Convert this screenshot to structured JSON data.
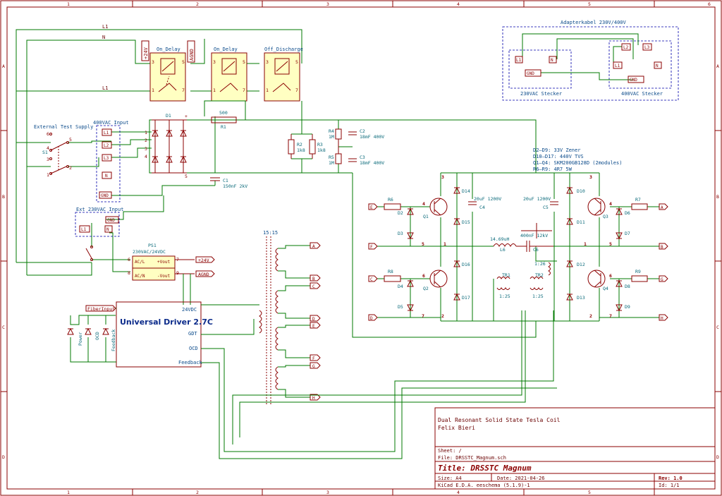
{
  "frame": {
    "columns": [
      "1",
      "2",
      "3",
      "4",
      "5",
      "6"
    ],
    "rows": [
      "A",
      "B",
      "C",
      "D"
    ]
  },
  "nets": {
    "l1_top": "L1",
    "n_top": "N",
    "l1_mid": "L1"
  },
  "relays": [
    {
      "name": "On_Delay",
      "supply": "+24V",
      "gnd": "AGND",
      "pins": [
        "3",
        "5",
        "1",
        "7"
      ]
    },
    {
      "name": "On_Delay",
      "pins": [
        "3",
        "5",
        "1",
        "7"
      ]
    },
    {
      "name": "Off_Discharge",
      "pins": [
        "3",
        "5",
        "1",
        "7"
      ]
    }
  ],
  "adapter": {
    "title": "Adapterkabel 230V/400V",
    "left_title": "230VAC Stecker",
    "right_title": "400VAC Stecker",
    "left_pins": [
      "L1",
      "N",
      "GND"
    ],
    "right_pins": [
      "L2",
      "L3",
      "L1",
      "N",
      "GND"
    ]
  },
  "input": {
    "ext_test": "External Test Supply",
    "switch_ref": "S1",
    "switch_pins": [
      "6",
      "5",
      "4",
      "3",
      "2",
      "1"
    ],
    "vac400": "400VAC Input",
    "vac400_pins": [
      "L1",
      "L2",
      "L3",
      "N",
      "GND"
    ],
    "ext230": "Ext 230VAC Input",
    "ext230_pins": [
      "GND",
      "L1",
      "N"
    ],
    "d1": "D1",
    "bridge_pins": [
      "1",
      "2",
      "3",
      "4",
      "5",
      "+"
    ],
    "r1_value": "500",
    "r1_ref": "R1",
    "c1_ref": "C1",
    "c1_value": "150nF 2kV"
  },
  "bus": {
    "r2": "R2",
    "r2v": "1k8",
    "r3": "R3",
    "r3v": "1k8",
    "r4": "R4",
    "r4v": "1M",
    "r5": "R5",
    "r5v": "1M",
    "c2": "C2",
    "c2v": "18mF 400V",
    "c3": "C3",
    "c3v": "18mF 400V"
  },
  "ps1": {
    "ref": "PS1",
    "value": "230VAC/24VDC",
    "pins": [
      "AC/L",
      "AC/N",
      "+Vout",
      "-Vout"
    ],
    "pinnums": [
      "6",
      "8",
      "7",
      "9"
    ],
    "out_pos": "+24V",
    "out_gnd": "AGND"
  },
  "driver": {
    "title": "Universal Driver 2.7C",
    "pins": [
      "24VDC",
      "GDT",
      "OCD",
      "Feedback"
    ],
    "fiber": "FiberInput",
    "leds": [
      "Power",
      "OCD",
      "Feedback"
    ]
  },
  "gdt": {
    "ratio": "15:15",
    "taps": [
      "A",
      "B",
      "C",
      "D",
      "E",
      "F",
      "G",
      "H"
    ]
  },
  "bridge": {
    "notes": [
      "D2–D9: 33V Zener",
      "D10–D17: 440V TVS",
      "Q1–Q4: SKM200GB128D (2modules)",
      "R6–R9: 4R7 5W"
    ],
    "left_inputs": [
      "E",
      "F",
      "C",
      "D"
    ],
    "right_inputs": [
      "A",
      "B",
      "G",
      "H"
    ],
    "resistors": [
      "R6",
      "R8",
      "R7",
      "R9"
    ],
    "zeners": [
      "D2",
      "D3",
      "D4",
      "D5",
      "D6",
      "D7",
      "D8",
      "D9"
    ],
    "tvs": [
      "D14",
      "D15",
      "D16",
      "D17",
      "D10",
      "D11",
      "D12",
      "D13"
    ],
    "igbt": [
      "Q1",
      "Q2",
      "Q3",
      "Q4"
    ],
    "c4": "C4",
    "c4v": "20uF 1200V",
    "c5": "C5",
    "c5v": "20uF 1200V",
    "l6": "L6",
    "l6v": "14.69uH",
    "c6": "C6",
    "c6v": "400nF 12kV",
    "tr1": "TR1",
    "tr2": "TR2",
    "tr_ratio": "1:25",
    "ct_ratio": "1:26",
    "node_nums": [
      "3",
      "1",
      "2",
      "4",
      "5",
      "6",
      "7"
    ]
  },
  "title_block": {
    "project": "Dual Resonant Solid State Tesla Coil",
    "author": "Felix Bieri",
    "sheet": "Sheet: /",
    "file": "File: DRSSTC_Magnum.sch",
    "title": "Title: DRSSTC Magnum",
    "size": "Size: A4",
    "date": "Date: 2021-04-26",
    "rev": "Rev: 1.0",
    "tool": "KiCad E.D.A.  eeschema (5.1.9)-1",
    "id": "Id: 1/1"
  }
}
